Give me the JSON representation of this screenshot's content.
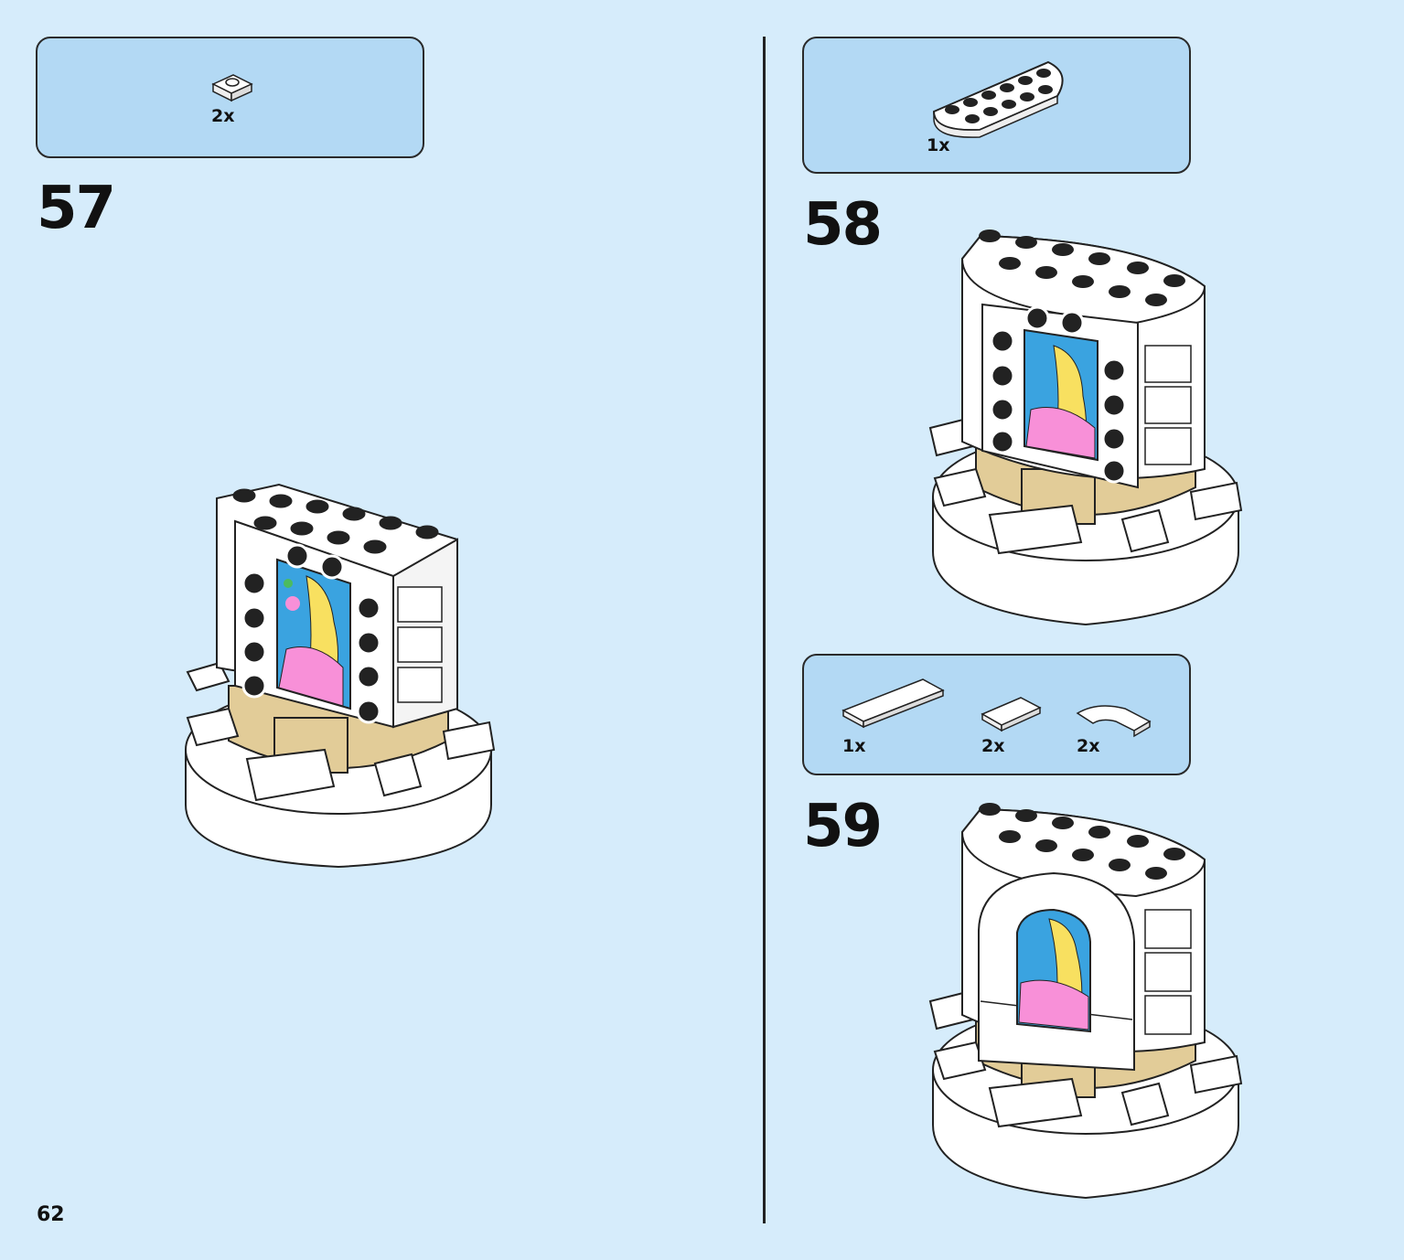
{
  "page_number": "62",
  "steps": [
    {
      "number": "57",
      "parts": [
        {
          "qty": "2x",
          "part": "plate-1x1-white"
        }
      ]
    },
    {
      "number": "58",
      "parts": [
        {
          "qty": "1x",
          "part": "plate-round-half-white"
        }
      ]
    },
    {
      "number": "59",
      "parts": [
        {
          "qty": "1x",
          "part": "tile-1x4-white"
        },
        {
          "qty": "2x",
          "part": "tile-1x2-white"
        },
        {
          "qty": "2x",
          "part": "tile-curved-white"
        }
      ]
    }
  ],
  "colors": {
    "background": "#d6ecfb",
    "callout": "#b3d9f4",
    "brick_white": "#ffffff",
    "tan": "#e2cc98",
    "mural_pink": "#f890d8",
    "mural_blue": "#3aa3e0",
    "mural_yellow": "#f8e060"
  }
}
